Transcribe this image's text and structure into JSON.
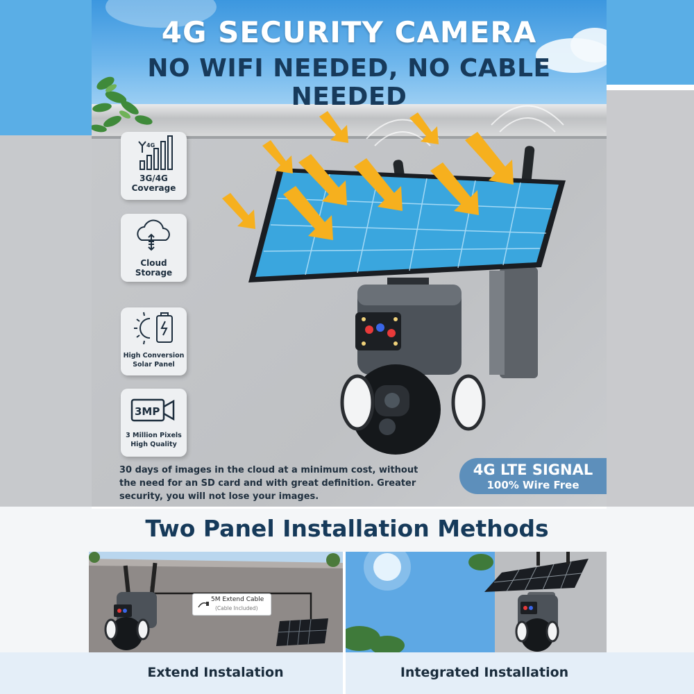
{
  "header": {
    "title": "4G SECURITY CAMERA",
    "subtitle": "NO WIFI NEEDED, NO CABLE NEEDED"
  },
  "features": [
    {
      "icon": "signal-bars-icon",
      "icon_text": "4G",
      "label_line1": "3G/4G",
      "label_line2": "Coverage"
    },
    {
      "icon": "cloud-storage-icon",
      "label_line1": "Cloud",
      "label_line2": "Storage"
    },
    {
      "icon": "solar-battery-icon",
      "label_line1": "High Conversion",
      "label_line2": "Solar Panel"
    },
    {
      "icon": "camera-3mp-icon",
      "icon_text": "3MP",
      "label_line1": "3 Million Pixels",
      "label_line2": "High Quality"
    }
  ],
  "description": "30 days of images in the cloud at a minimum cost, without the need for an SD card and with great definition. Greater security, you will not lose your images.",
  "badge": {
    "line1": "4G LTE SIGNAL",
    "line2": "100% Wire Free"
  },
  "installation": {
    "heading": "Two Panel Installation Methods",
    "left_caption": "Extend Instalation",
    "right_caption": "Integrated Installation",
    "cable_tag_line1": "5M Extend Cable",
    "cable_tag_line2": "(Cable Included)"
  },
  "colors": {
    "sky_blue": "#5aaee6",
    "title_navy": "#173a5b",
    "badge_blue": "#5d8fbb",
    "arrow_yellow": "#f6b01e"
  }
}
